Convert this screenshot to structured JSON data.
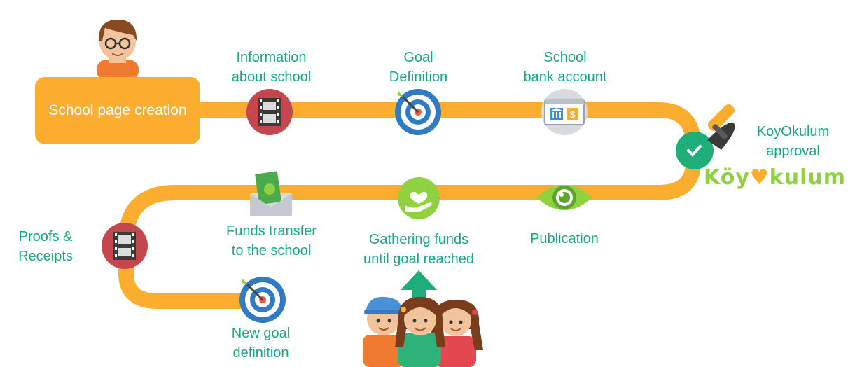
{
  "start_box": {
    "label": "School page creation"
  },
  "steps": [
    {
      "label": "Information\nabout school",
      "icon": "film-icon"
    },
    {
      "label": "Goal\nDefinition",
      "icon": "target-icon"
    },
    {
      "label": "School\nbank account",
      "icon": "bank-browser-icon"
    },
    {
      "label": "KoyOkulum\napproval",
      "icon": "approval-check-icon"
    },
    {
      "label": "Publication",
      "icon": "eye-icon"
    },
    {
      "label": "Gathering funds\nuntil goal reached",
      "icon": "heart-hand-icon"
    },
    {
      "label": "Funds transfer\nto the school",
      "icon": "money-envelope-icon"
    },
    {
      "label": "Proofs &\nReceipts",
      "icon": "film-icon"
    },
    {
      "label": "New goal\ndefinition",
      "icon": "target-icon"
    }
  ],
  "logo_text": {
    "before": "Köy",
    "after": "kulum"
  },
  "colors": {
    "path": "#fbae2d",
    "label": "#16a97f",
    "film_bg": "#c5474e",
    "target_blue": "#2f7bc4",
    "green": "#8fd13f"
  }
}
